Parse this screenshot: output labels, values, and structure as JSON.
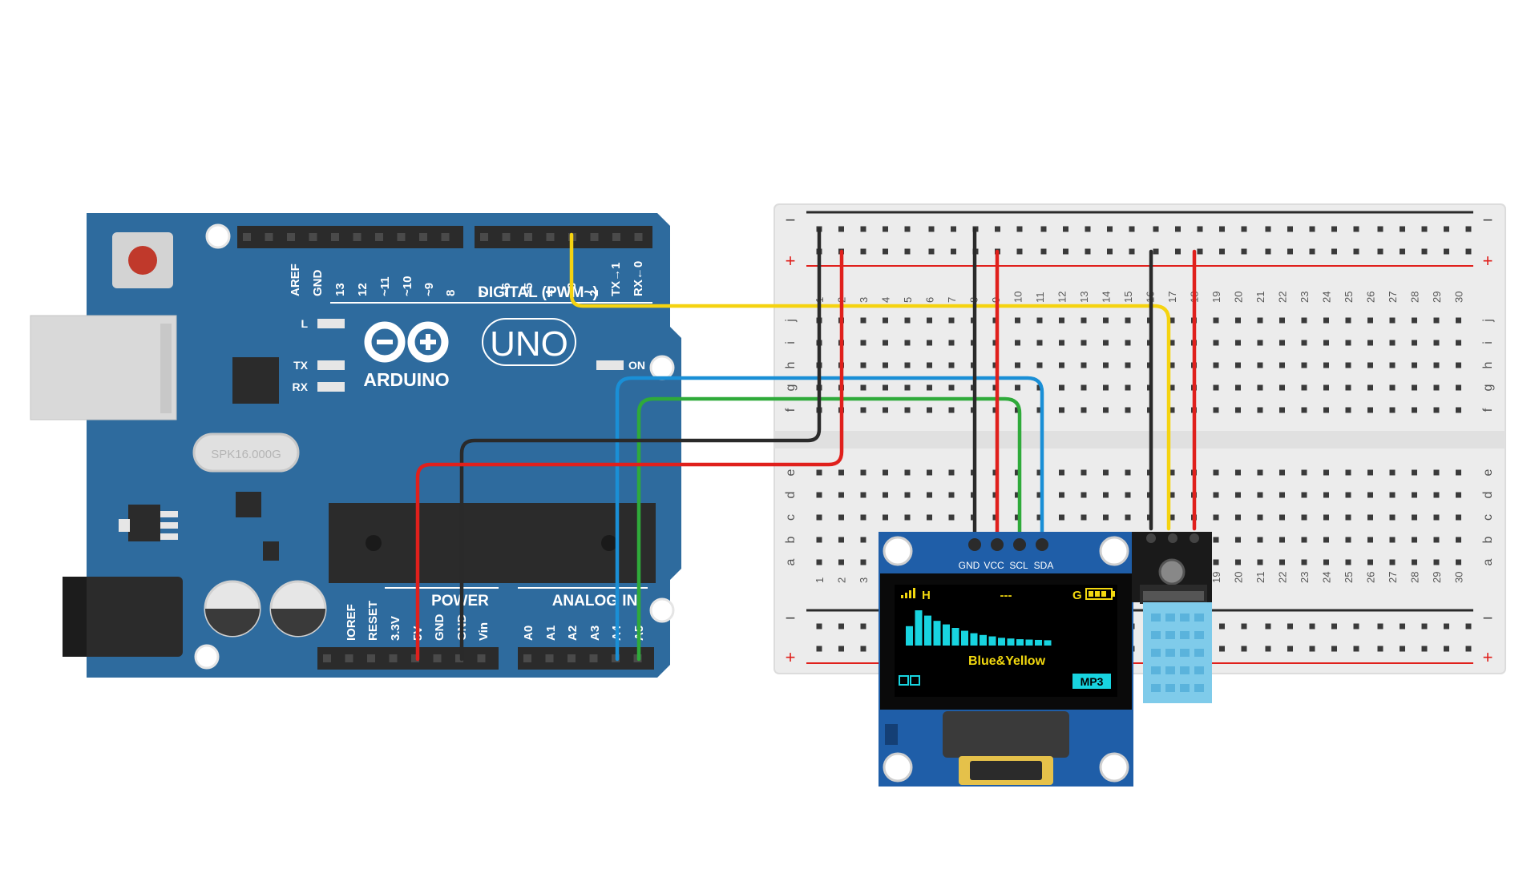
{
  "arduino": {
    "logo_text": "ARDUINO",
    "model": "UNO",
    "digital_header": "DIGITAL (PWM~)",
    "digital_pins": [
      "AREF",
      "GND",
      "13",
      "12",
      "~11",
      "~10",
      "~9",
      "8",
      "7",
      "~6",
      "~5",
      "4",
      "~3",
      "2",
      "TX→1",
      "RX←0"
    ],
    "led_labels": [
      "L",
      "TX",
      "RX"
    ],
    "on_label": "ON",
    "crystal": "SPK16.000G",
    "power_header": "POWER",
    "power_pins": [
      "IOREF",
      "RESET",
      "3.3V",
      "5V",
      "GND",
      "GND",
      "Vin"
    ],
    "analog_header": "ANALOG IN",
    "analog_pins": [
      "A0",
      "A1",
      "A2",
      "A3",
      "A4",
      "A5"
    ]
  },
  "breadboard": {
    "rail_minus": "−",
    "rail_plus": "+",
    "rows_top": [
      "j",
      "i",
      "h",
      "g",
      "f"
    ],
    "rows_bottom": [
      "e",
      "d",
      "c",
      "b",
      "a"
    ],
    "column_count": 30
  },
  "oled": {
    "pin_labels": [
      "GND",
      "VCC",
      "SCL",
      "SDA"
    ],
    "screen_top_left": "H",
    "screen_top_mid": "---",
    "screen_top_right": "G",
    "screen_center_text": "Blue&Yellow",
    "screen_bottom_right": "MP3",
    "levels": [
      0.55,
      1.0,
      0.85,
      0.7,
      0.6,
      0.5,
      0.42,
      0.35,
      0.3,
      0.26,
      0.22,
      0.2,
      0.18,
      0.17,
      0.16,
      0.15
    ]
  },
  "colors": {
    "board_blue": "#2e6b9e",
    "breadboard": "#ececec",
    "wire_yellow": "#f5d310",
    "wire_blue": "#1a8fd6",
    "wire_green": "#2faa3a",
    "wire_red": "#e0201c",
    "wire_black": "#2a2a2a",
    "oled_cyan": "#18d4e0",
    "oled_yellow": "#f2d80f",
    "sensor_blue": "#7fcbea"
  }
}
